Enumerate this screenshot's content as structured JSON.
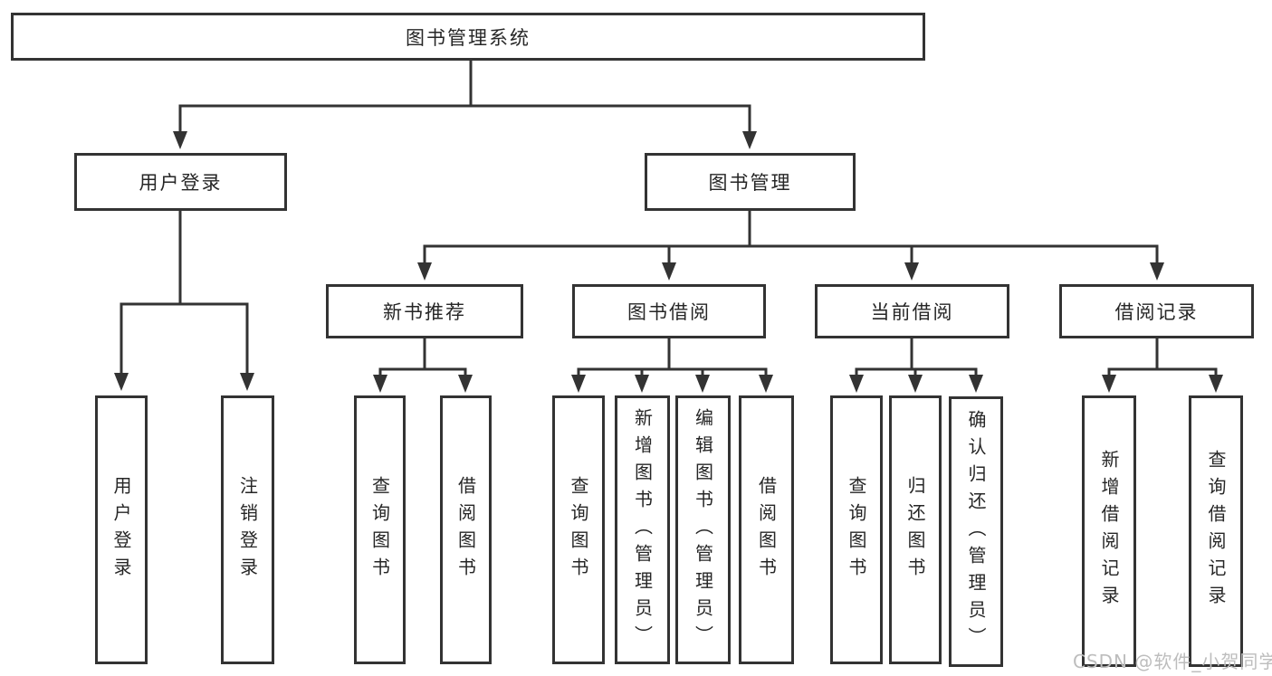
{
  "tree": {
    "root": {
      "label": "图书管理系统",
      "children": [
        {
          "label": "用户登录",
          "children": [
            {
              "label": "用户登录"
            },
            {
              "label": "注销登录"
            }
          ]
        },
        {
          "label": "图书管理",
          "children": [
            {
              "label": "新书推荐",
              "children": [
                {
                  "label": "查询图书"
                },
                {
                  "label": "借阅图书"
                }
              ]
            },
            {
              "label": "图书借阅",
              "children": [
                {
                  "label": "查询图书"
                },
                {
                  "label": "新增图书（管理员）"
                },
                {
                  "label": "编辑图书（管理员）"
                },
                {
                  "label": "借阅图书"
                }
              ]
            },
            {
              "label": "当前借阅",
              "children": [
                {
                  "label": "查询图书"
                },
                {
                  "label": "归还图书"
                },
                {
                  "label": "确认归还（管理员）"
                }
              ]
            },
            {
              "label": "借阅记录",
              "children": [
                {
                  "label": "新增借阅记录"
                },
                {
                  "label": "查询借阅记录"
                }
              ]
            }
          ]
        }
      ]
    }
  },
  "watermark": {
    "text": "CSDN @软件_小贺同学"
  },
  "colors": {
    "line": "#333333",
    "box_border": "#333333",
    "text": "#262626",
    "background": "#ffffff",
    "watermark": "#bdbdbd"
  }
}
